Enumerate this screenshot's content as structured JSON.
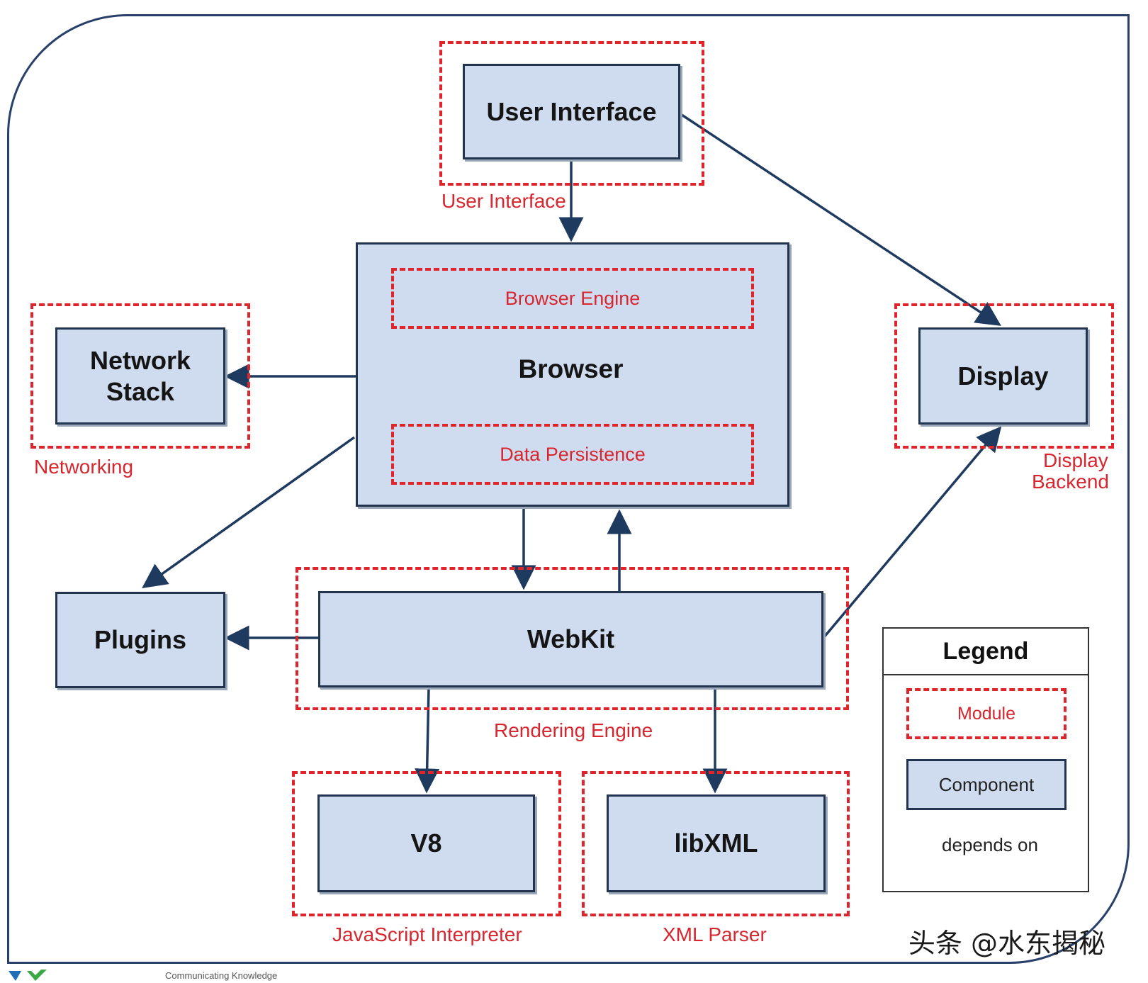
{
  "components": {
    "user_interface": "User Interface",
    "browser": "Browser",
    "network_stack": "Network Stack",
    "display": "Display",
    "plugins": "Plugins",
    "webkit": "WebKit",
    "v8": "V8",
    "libxml": "libXML"
  },
  "modules": {
    "user_interface": "User Interface",
    "browser_engine": "Browser Engine",
    "data_persistence": "Data Persistence",
    "networking": "Networking",
    "display_backend_line1": "Display",
    "display_backend_line2": "Backend",
    "rendering_engine": "Rendering Engine",
    "javascript_interpreter": "JavaScript Interpreter",
    "xml_parser": "XML Parser"
  },
  "legend": {
    "title": "Legend",
    "module": "Module",
    "component": "Component",
    "depends_on": "depends on"
  },
  "watermark": "头条 @水东揭秘",
  "footer": "Communicating Knowledge",
  "colors": {
    "module_border": "#e0242c",
    "component_fill": "#cfdcf0",
    "component_border": "#23344f",
    "arrow": "#1f3a5f"
  }
}
